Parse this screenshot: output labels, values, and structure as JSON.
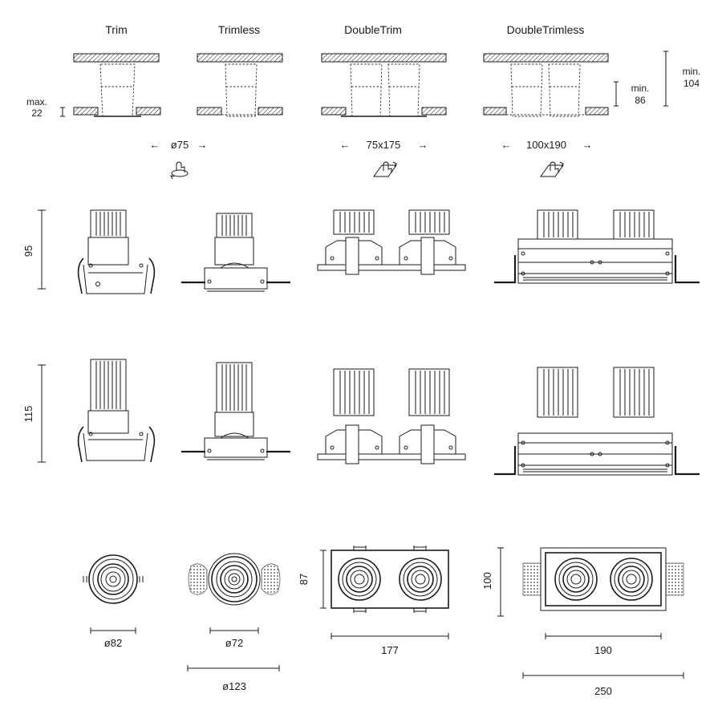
{
  "headers": {
    "trim": "Trim",
    "trimless": "Trimless",
    "double_trim": "DoubleTrim",
    "double_trimless": "DoubleTrimless"
  },
  "ceiling_dims": {
    "max_label": "max.",
    "max_value": "22",
    "min_a_label": "min.",
    "min_a_value": "86",
    "min_b_label": "min.",
    "min_b_value": "104"
  },
  "cutouts": {
    "single": "ø75",
    "double_trim": "75x175",
    "double_trimless": "100x190"
  },
  "side_heights": {
    "row1": "95",
    "row2": "115"
  },
  "plan_dims": {
    "trim_diameter": "ø82",
    "trimless_inner": "ø72",
    "trimless_outer": "ø123",
    "double_trim_height": "87",
    "double_trim_width": "177",
    "double_trimless_height": "100",
    "double_trimless_width": "190",
    "double_trimless_outer_width": "250"
  },
  "icons": [
    "rotate-icon",
    "tilt-icon",
    "tilt-icon"
  ]
}
